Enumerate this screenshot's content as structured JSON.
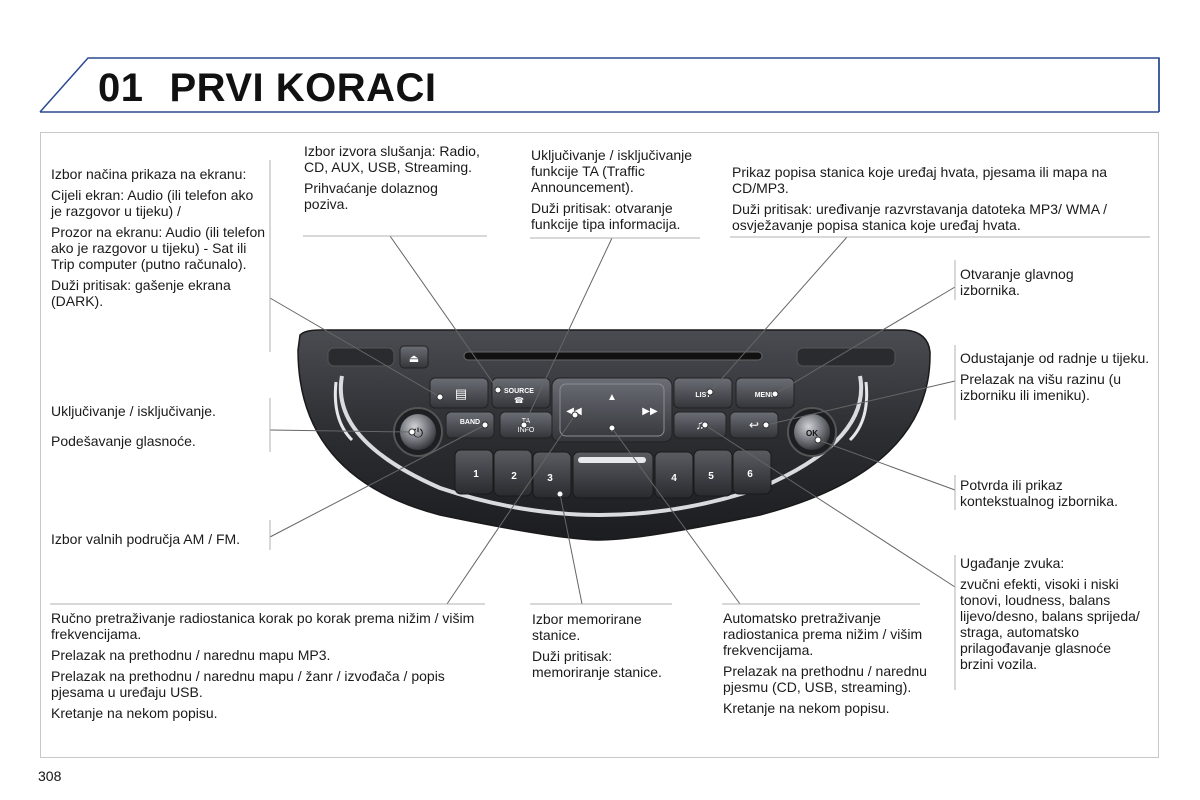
{
  "header": {
    "chapter_number": "01",
    "chapter_title": "PRVI KORACI"
  },
  "panel": {
    "buttons": {
      "source": "SOURCE",
      "ta": "TA",
      "info": "INFO",
      "band": "BAND",
      "list": "LIST",
      "menu": "MENU",
      "ok": "OK",
      "presets": [
        "1",
        "2",
        "3",
        "4",
        "5",
        "6"
      ]
    }
  },
  "callouts": {
    "display_mode": [
      "Izbor načina prikaza na ekranu:",
      "Cijeli ekran: Audio (ili telefon ako je razgovor u tijeku) /",
      "Prozor na ekranu: Audio (ili telefon ako je razgovor u tijeku) - Sat ili Trip computer (putno računalo).",
      "Duži pritisak: gašenje ekrana (DARK)."
    ],
    "source": [
      "Izbor izvora slušanja: Radio, CD, AUX, USB, Streaming.",
      "Prihvaćanje dolaznog poziva."
    ],
    "ta": [
      "Uključivanje / isključivanje funkcije TA (Traffic Announcement).",
      "Duži pritisak: otvaranje funkcije tipa informacija."
    ],
    "list": [
      "Prikaz popisa stanica koje uređaj hvata, pjesama ili mapa na CD/MP3.",
      "Duži pritisak: uređivanje razvrstavanja datoteka MP3/ WMA / osvježavanje popisa stanica koje uređaj hvata."
    ],
    "menu": [
      "Otvaranje glavnog izbornika."
    ],
    "back": [
      "Odustajanje od radnje u tijeku.",
      "Prelazak na višu razinu (u izborniku ili imeniku)."
    ],
    "power": [
      "Uključivanje / isključivanje."
    ],
    "volume": [
      "Podešavanje glasnoće."
    ],
    "ok": [
      "Potvrda ili prikaz kontekstualnog izbornika."
    ],
    "band": [
      "Izbor valnih područja AM / FM."
    ],
    "manual_search": [
      "Ručno pretraživanje radiostanica korak po korak prema nižim / višim frekvencijama.",
      "Prelazak na prethodnu / narednu mapu MP3.",
      "Prelazak na prethodnu / narednu mapu / žanr / izvođača / popis pjesama u uređaju USB.",
      "Kretanje na nekom popisu."
    ],
    "presets": [
      "Izbor memorirane stanice.",
      "Duži pritisak: memoriranje stanice."
    ],
    "auto_search": [
      "Automatsko pretraživanje radiostanica prema nižim / višim frekvencijama.",
      "Prelazak na prethodnu / narednu pjesmu (CD, USB, streaming).",
      "Kretanje na nekom popisu."
    ],
    "sound": [
      "Ugađanje zvuka:",
      "zvučni efekti, visoki i niski tonovi, loudness, balans lijevo/desno, balans sprijeda/ straga, automatsko prilagođavanje glasnoće brzini vozila."
    ]
  },
  "footer": {
    "page_number": "308"
  }
}
